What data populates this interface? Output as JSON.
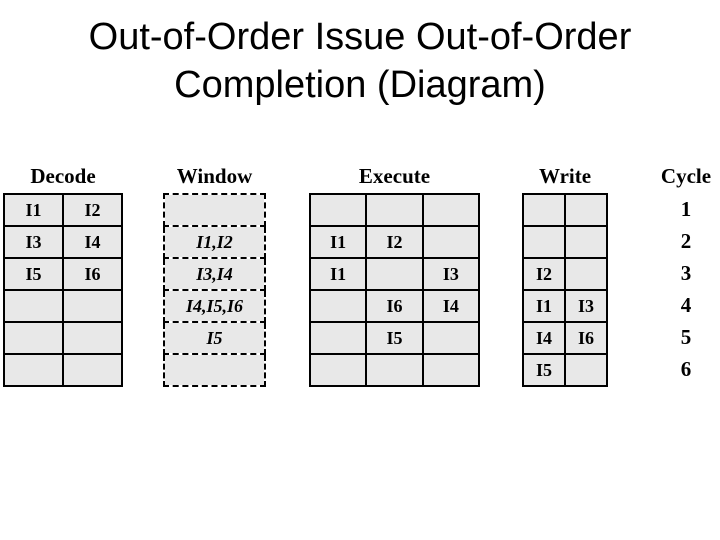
{
  "title": {
    "line1": "Out-of-Order Issue Out-of-Order",
    "line2": "Completion (Diagram)"
  },
  "colors": {
    "background": "#ffffff",
    "cell_fill": "#e8e8e8",
    "border": "#000000",
    "text": "#000000"
  },
  "diagram": {
    "stages": [
      {
        "name": "Decode",
        "columns": 2,
        "border_style": "solid",
        "rows": [
          [
            "I1",
            "I2"
          ],
          [
            "I3",
            "I4"
          ],
          [
            "I5",
            "I6"
          ],
          [
            "",
            ""
          ],
          [
            "",
            ""
          ],
          [
            "",
            ""
          ]
        ]
      },
      {
        "name": "Window",
        "columns": 1,
        "border_style": "dashed",
        "rows": [
          [
            ""
          ],
          [
            "I1,I2"
          ],
          [
            "I3,I4"
          ],
          [
            "I4,I5,I6"
          ],
          [
            "I5"
          ],
          [
            ""
          ]
        ]
      },
      {
        "name": "Execute",
        "columns": 3,
        "border_style": "solid",
        "rows": [
          [
            "",
            "",
            ""
          ],
          [
            "I1",
            "I2",
            ""
          ],
          [
            "I1",
            "",
            "I3"
          ],
          [
            "",
            "I6",
            "I4"
          ],
          [
            "",
            "I5",
            ""
          ],
          [
            "",
            "",
            ""
          ]
        ]
      },
      {
        "name": "Write",
        "columns": 2,
        "border_style": "solid",
        "rows": [
          [
            "",
            ""
          ],
          [
            "",
            ""
          ],
          [
            "I2",
            ""
          ],
          [
            "I1",
            "I3"
          ],
          [
            "I4",
            "I6"
          ],
          [
            "I5",
            ""
          ]
        ]
      }
    ],
    "cycle": {
      "label": "Cycle",
      "values": [
        "1",
        "2",
        "3",
        "4",
        "5",
        "6"
      ]
    }
  }
}
